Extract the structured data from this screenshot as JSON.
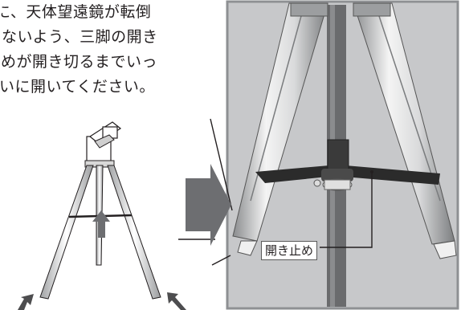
{
  "instruction": {
    "lines": [
      "に、天体望遠鏡が転倒",
      "ないよう、三脚の開き",
      "めが開き切るまでいっ",
      "いに開いてください。"
    ]
  },
  "callout": {
    "label": "開き止め"
  },
  "colors": {
    "panel_bg": "#c7c8ca",
    "panel_border": "#8e9093",
    "arrow_fill": "#6d6e71",
    "line": "#231f20"
  }
}
